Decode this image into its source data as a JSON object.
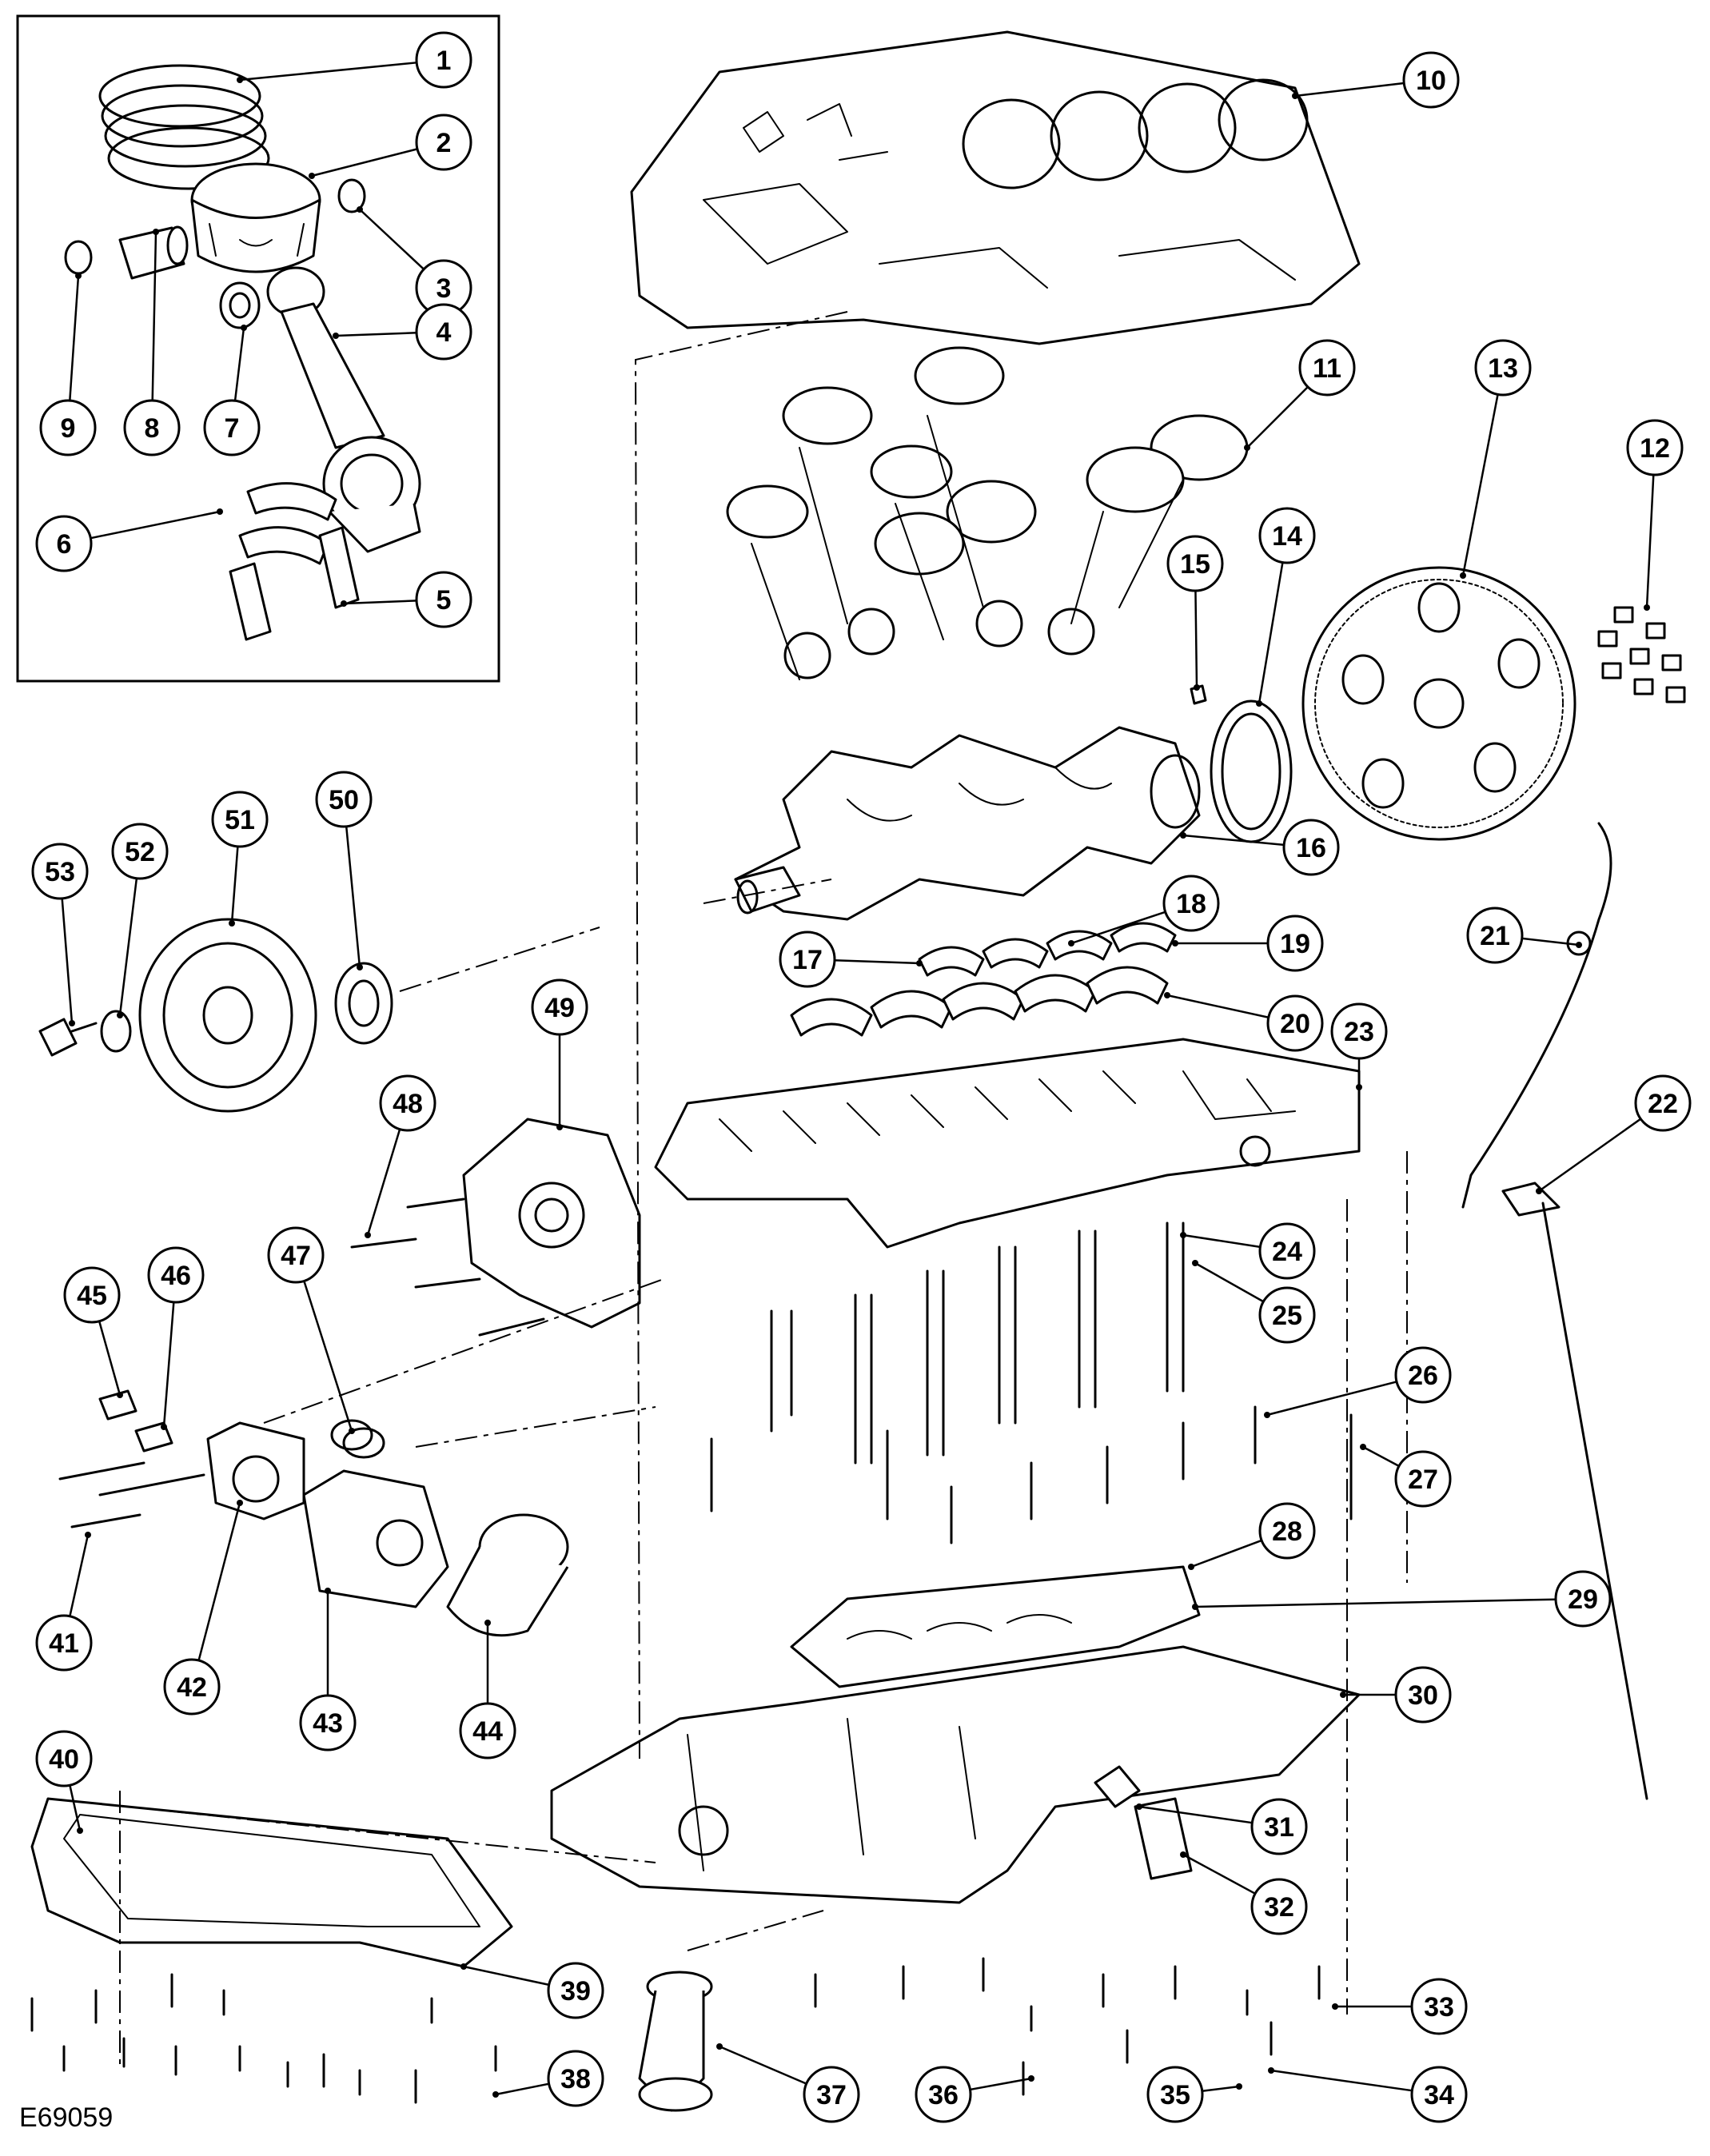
{
  "figure_id": "E69059",
  "callouts": [
    "1",
    "2",
    "3",
    "4",
    "5",
    "6",
    "7",
    "8",
    "9",
    "10",
    "11",
    "12",
    "13",
    "14",
    "15",
    "16",
    "17",
    "18",
    "19",
    "20",
    "21",
    "22",
    "23",
    "24",
    "25",
    "26",
    "27",
    "28",
    "29",
    "30",
    "31",
    "32",
    "33",
    "34",
    "35",
    "36",
    "37",
    "38",
    "39",
    "40",
    "41",
    "42",
    "43",
    "44",
    "45",
    "46",
    "47",
    "48",
    "49",
    "50",
    "51",
    "52",
    "53"
  ],
  "colors": {
    "line": "#000000",
    "background": "#ffffff",
    "shade": "#c8c8c8"
  }
}
